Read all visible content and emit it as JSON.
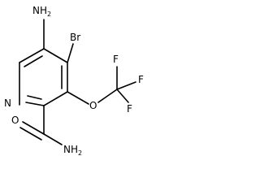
{
  "molecule": {
    "atoms": {
      "nh2_top": "NH",
      "nh2_top_sub": "2",
      "br": "Br",
      "n_ring": "N",
      "o": "O",
      "f_top": "F",
      "f_right": "F",
      "f_bottom": "F",
      "o_amide": "O",
      "nh2_amide": "NH",
      "nh2_amide_sub": "2"
    }
  },
  "colors": {
    "ink": "#000000",
    "background": "#ffffff"
  }
}
